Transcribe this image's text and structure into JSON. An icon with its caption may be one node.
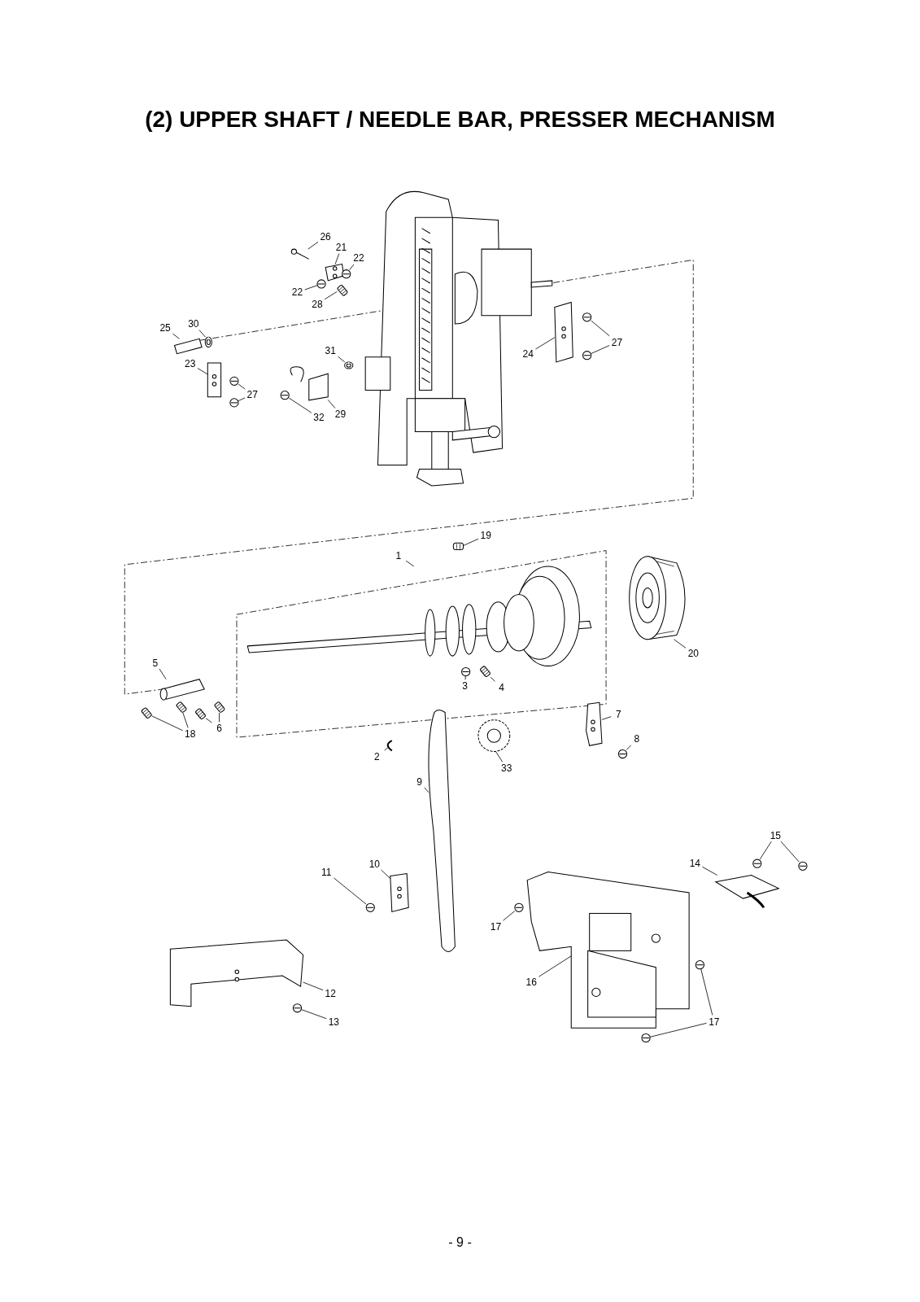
{
  "diagram": {
    "title": "(2) UPPER SHAFT / NEEDLE BAR, PRESSER MECHANISM",
    "nodes": [
      {
        "text": [
          "26"
        ]
      },
      {
        "text": [
          "21"
        ]
      },
      {
        "text": [
          "22"
        ]
      },
      {
        "text": [
          "22"
        ]
      },
      {
        "text": [
          "28"
        ]
      },
      {
        "text": [
          "30"
        ]
      },
      {
        "text": [
          "25"
        ]
      },
      {
        "text": [
          "23"
        ]
      },
      {
        "text": [
          "27"
        ]
      },
      {
        "text": [
          "31"
        ]
      },
      {
        "text": [
          "32"
        ]
      },
      {
        "text": [
          "29"
        ]
      },
      {
        "text": [
          "24"
        ]
      },
      {
        "text": [
          "27"
        ]
      },
      {
        "text": [
          "19"
        ]
      },
      {
        "text": [
          "1"
        ]
      },
      {
        "text": [
          "20"
        ]
      },
      {
        "text": [
          "5"
        ]
      },
      {
        "text": [
          "3"
        ]
      },
      {
        "text": [
          "4"
        ]
      },
      {
        "text": [
          "6"
        ]
      },
      {
        "text": [
          "18"
        ]
      },
      {
        "text": [
          "2"
        ]
      },
      {
        "text": [
          "7"
        ]
      },
      {
        "text": [
          "8"
        ]
      },
      {
        "text": [
          "33"
        ]
      },
      {
        "text": [
          "9"
        ]
      },
      {
        "text": [
          "15"
        ]
      },
      {
        "text": [
          "14"
        ]
      },
      {
        "text": [
          "10"
        ]
      },
      {
        "text": [
          "11"
        ]
      },
      {
        "text": [
          "17"
        ]
      },
      {
        "text": [
          "16"
        ]
      },
      {
        "text": [
          "12"
        ]
      },
      {
        "text": [
          "13"
        ]
      },
      {
        "text": [
          "17"
        ]
      },
      {
        "text": [],
        "shape": "picture"
      },
      {
        "text": [],
        "shape": "picture"
      },
      {
        "text": [],
        "shape": "picture"
      },
      {
        "text": [],
        "shape": "picture"
      },
      {
        "text": [],
        "shape": "picture"
      },
      {
        "text": [],
        "shape": "picture"
      },
      {
        "text": [],
        "shape": "picture"
      },
      {
        "text": [],
        "shape": "picture"
      },
      {
        "text": [],
        "shape": "picture"
      },
      {
        "text": [],
        "shape": "picture"
      },
      {
        "text": [],
        "shape": "picture"
      },
      {
        "text": [],
        "shape": "picture"
      },
      {
        "text": [],
        "shape": "picture"
      },
      {
        "text": [],
        "shape": "picture"
      },
      {
        "text": [],
        "shape": "picture"
      },
      {
        "text": [],
        "shape": "picture"
      },
      {
        "text": [],
        "shape": "picture"
      },
      {
        "text": [],
        "shape": "picture"
      },
      {
        "text": [],
        "shape": "picture"
      },
      {
        "text": [],
        "shape": "picture"
      },
      {
        "text": [],
        "shape": "picture"
      },
      {
        "text": [],
        "shape": "picture"
      },
      {
        "text": [],
        "shape": "picture"
      },
      {
        "text": [],
        "shape": "picture"
      },
      {
        "text": [],
        "shape": "picture"
      },
      {
        "text": [],
        "shape": "picture"
      },
      {
        "text": [],
        "shape": "picture"
      },
      {
        "text": [],
        "shape": "picture"
      },
      {
        "text": [],
        "shape": "picture"
      },
      {
        "text": [],
        "shape": "picture"
      },
      {
        "text": [],
        "shape": "picture"
      },
      {
        "text": [],
        "shape": "picture"
      },
      {
        "text": [],
        "shape": "picture"
      },
      {
        "text": [],
        "shape": "picture"
      },
      {
        "text": [],
        "shape": "picture"
      },
      {
        "text": [],
        "shape": "picture"
      },
      {
        "text": [],
        "shape": "picture"
      },
      {
        "text": [],
        "shape": "picture"
      },
      {
        "text": [],
        "shape": "picture"
      },
      {
        "text": [],
        "shape": "picture"
      },
      {
        "text": [],
        "shape": "picture"
      },
      {
        "text": [],
        "shape": "picture"
      }
    ],
    "edges": [
      {
        "from": 0,
        "to": 36,
        "arrow": "none"
      },
      {
        "from": 1,
        "to": 37,
        "arrow": "none"
      },
      {
        "from": 2,
        "to": 38,
        "arrow": "none"
      },
      {
        "from": 3,
        "to": 39,
        "arrow": "none"
      },
      {
        "from": 4,
        "to": 40,
        "arrow": "none"
      },
      {
        "from": 5,
        "to": 41,
        "arrow": "none"
      },
      {
        "from": 6,
        "to": 42,
        "arrow": "none"
      },
      {
        "from": 7,
        "to": 43,
        "arrow": "none"
      },
      {
        "from": 8,
        "to": 44,
        "arrow": "none"
      },
      {
        "from": 8,
        "to": 45,
        "arrow": "none"
      },
      {
        "from": 9,
        "to": 46,
        "arrow": "none"
      },
      {
        "from": 10,
        "to": 47,
        "arrow": "none"
      },
      {
        "from": 11,
        "to": 48,
        "arrow": "none"
      },
      {
        "from": 12,
        "to": 49,
        "arrow": "none"
      },
      {
        "from": 13,
        "to": 50,
        "arrow": "none"
      },
      {
        "from": 13,
        "to": 51,
        "arrow": "none"
      },
      {
        "from": 14,
        "to": 52,
        "arrow": "none"
      },
      {
        "from": 15,
        "to": 53,
        "arrow": "none"
      },
      {
        "from": 16,
        "to": 54,
        "arrow": "none"
      },
      {
        "from": 17,
        "to": 55,
        "arrow": "none"
      },
      {
        "from": 18,
        "to": 56,
        "arrow": "none"
      },
      {
        "from": 19,
        "to": 57,
        "arrow": "none"
      },
      {
        "from": 20,
        "to": 58,
        "arrow": "none"
      },
      {
        "from": 20,
        "to": 59,
        "arrow": "none"
      },
      {
        "from": 21,
        "to": 60,
        "arrow": "none"
      },
      {
        "from": 21,
        "to": 61,
        "arrow": "none"
      },
      {
        "from": 22,
        "to": 62,
        "arrow": "none"
      },
      {
        "from": 23,
        "to": 63,
        "arrow": "none"
      },
      {
        "from": 24,
        "to": 64,
        "arrow": "none"
      },
      {
        "from": 25,
        "to": 65,
        "arrow": "none"
      },
      {
        "from": 26,
        "to": 66,
        "arrow": "none"
      },
      {
        "from": 27,
        "to": 67,
        "arrow": "none"
      },
      {
        "from": 27,
        "to": 68,
        "arrow": "none"
      },
      {
        "from": 28,
        "to": 69,
        "arrow": "none"
      },
      {
        "from": 29,
        "to": 70,
        "arrow": "none"
      },
      {
        "from": 30,
        "to": 71,
        "arrow": "none"
      },
      {
        "from": 31,
        "to": 72,
        "arrow": "none"
      },
      {
        "from": 32,
        "to": 73,
        "arrow": "none"
      },
      {
        "from": 33,
        "to": 74,
        "arrow": "none"
      },
      {
        "from": 34,
        "to": 75,
        "arrow": "none"
      },
      {
        "from": 35,
        "to": 76,
        "arrow": "none"
      },
      {
        "from": 35,
        "to": 77,
        "arrow": "none"
      }
    ],
    "labels": [
      "- 9 -"
    ]
  }
}
